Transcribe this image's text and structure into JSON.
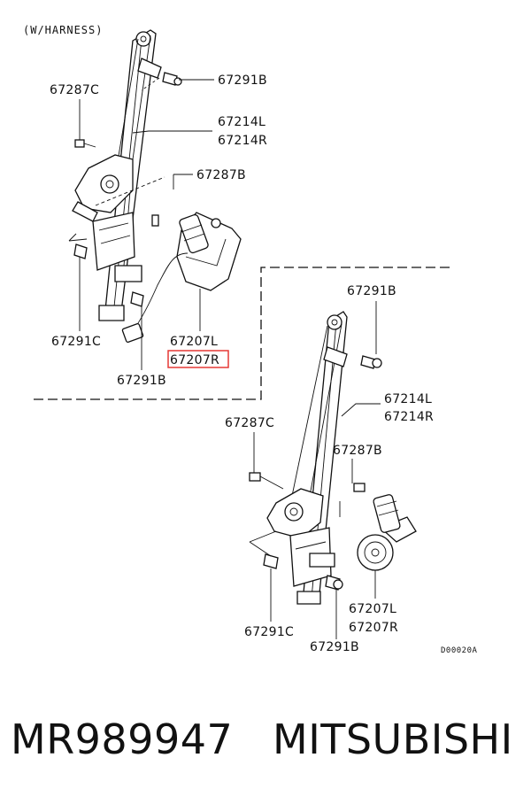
{
  "diagram": {
    "harness_note": "(W/HARNESS)",
    "figure_code": "D00020A",
    "top_assembly": {
      "label_67287C": "67287C",
      "label_67291B_top": "67291B",
      "label_67214L": "67214L",
      "label_67214R": "67214R",
      "label_67287B": "67287B",
      "label_67291C": "67291C",
      "label_67291B_bottom": "67291B",
      "label_67207L": "67207L",
      "label_67207R": "67207R"
    },
    "bottom_assembly": {
      "label_67291B_top": "67291B",
      "label_67214L": "67214L",
      "label_67214R": "67214R",
      "label_67287C": "67287C",
      "label_67287B": "67287B",
      "label_67207L": "67207L",
      "label_67207R": "67207R",
      "label_67291C": "67291C",
      "label_67291B_bottom": "67291B"
    },
    "highlight_color": "#e53935"
  },
  "footer": {
    "part_number": "MR989947",
    "brand": "MITSUBISHI"
  }
}
